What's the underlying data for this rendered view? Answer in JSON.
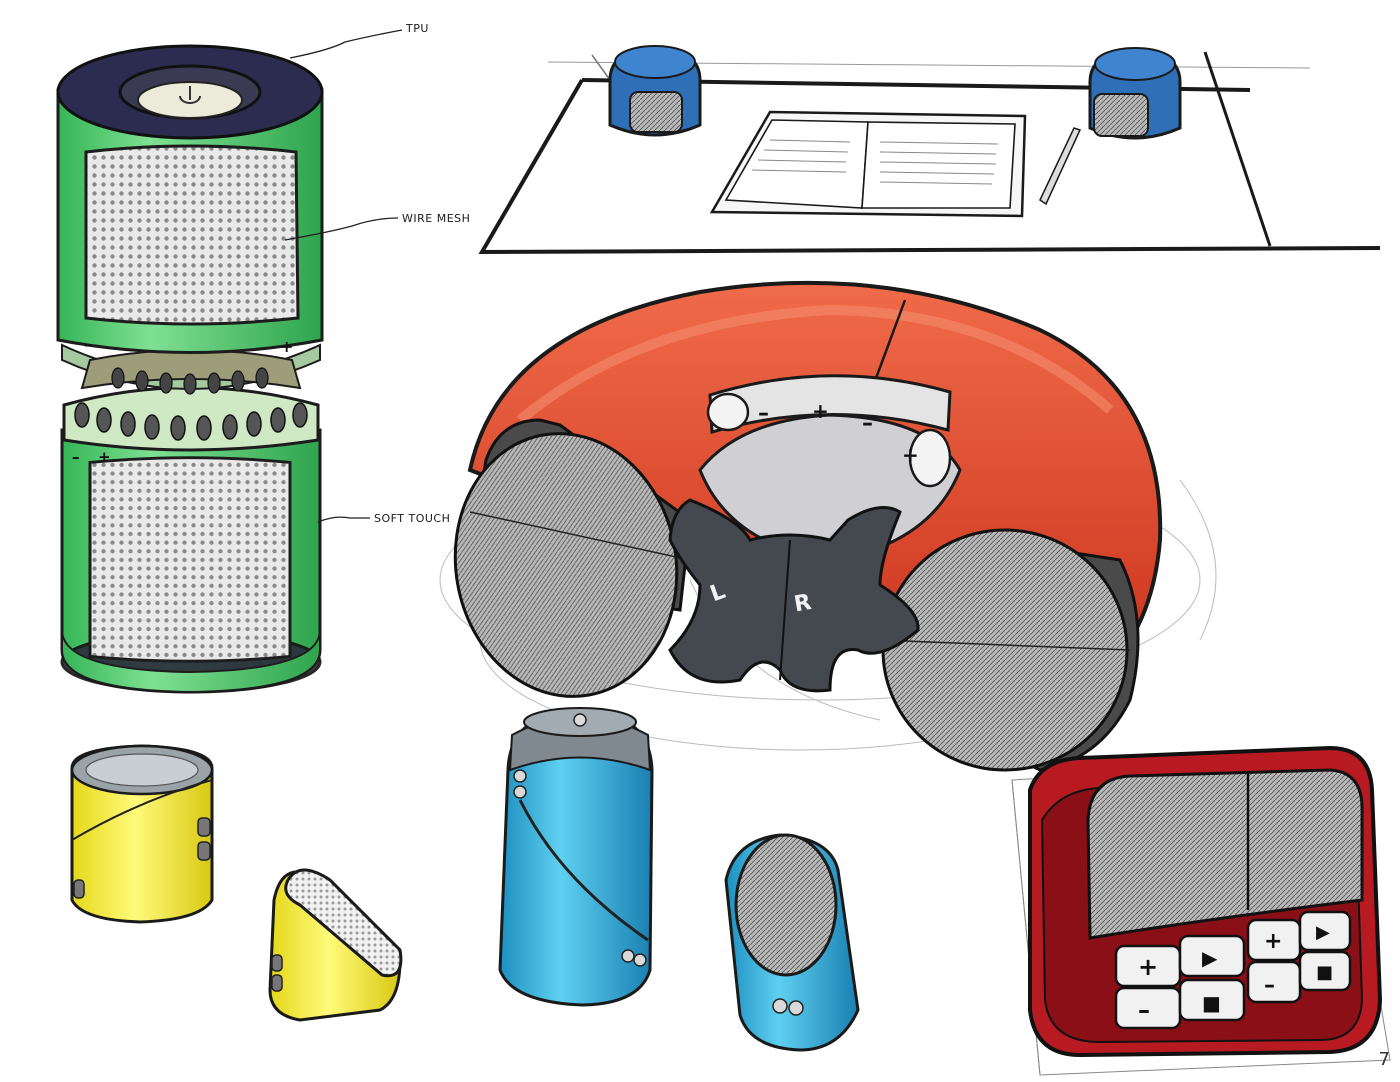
{
  "annotations": {
    "tpu": "TPU",
    "wire_mesh": "WIRE MESH",
    "soft_touch": "SOFT TOUCH"
  },
  "donut_speaker": {
    "controls": [
      "–",
      "+",
      "–",
      "+"
    ],
    "left_channel": "L",
    "right_channel": "R"
  },
  "green_speaker": {
    "top_controls": [
      "–",
      "+"
    ],
    "bottom_controls": [
      "–",
      "+"
    ]
  },
  "radio_speaker": {
    "buttons": [
      "+",
      "▶",
      "+",
      "▶",
      "–",
      "■",
      "–",
      "■"
    ]
  },
  "page_number": "7",
  "colors": {
    "green": "#4fcf6c",
    "red": "#e2452a",
    "dark_red": "#b81a22",
    "blue": "#2f7fd0",
    "cyan": "#35b8e0",
    "yellow": "#f2ea2a",
    "dark_grey": "#3b3f45",
    "navy": "#24243e"
  }
}
